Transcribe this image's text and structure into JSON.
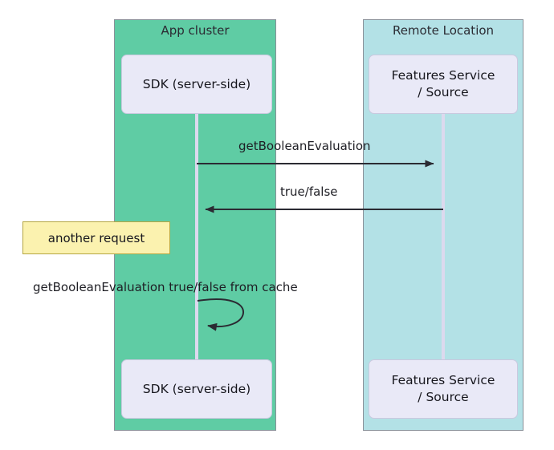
{
  "diagram": {
    "type": "uml-sequence-diagram",
    "title": "",
    "background_color": "#ffffff"
  },
  "groups": [
    {
      "name": "app-cluster",
      "label": "App cluster",
      "color": "#5FCCA4",
      "border_color": "#8a9199"
    },
    {
      "name": "remote-location",
      "label": "Remote Location",
      "color": "#B3E1E6",
      "border_color": "#8a9199"
    }
  ],
  "participants": [
    {
      "name": "sdk-server-side",
      "label": "SDK (server-side)",
      "group": "app-cluster",
      "box_color": "#E9E9F7",
      "lifeline_color": "#DCD9EE"
    },
    {
      "name": "features-service-source",
      "label_line1": "Features Service",
      "label_line2": "/ Source",
      "group": "remote-location",
      "box_color": "#E9E9F7",
      "lifeline_color": "#DCD9EE"
    }
  ],
  "messages": [
    {
      "name": "get-boolean-evaluation-request",
      "label": "getBooleanEvaluation",
      "from": "sdk-server-side",
      "to": "features-service-source",
      "direction": "right",
      "kind": "solid-arrow",
      "color": "#2b2b33"
    },
    {
      "name": "true-false-response",
      "label": "true/false",
      "from": "features-service-source",
      "to": "sdk-server-side",
      "direction": "left",
      "kind": "solid-arrow",
      "color": "#2b2b33"
    },
    {
      "name": "get-boolean-evaluation-from-cache",
      "label": "getBooleanEvaluation true/false from cache",
      "from": "sdk-server-side",
      "to": "sdk-server-side",
      "direction": "self-loop",
      "kind": "solid-arrow",
      "color": "#2b2b33"
    }
  ],
  "notes": [
    {
      "name": "another-request-note",
      "label": "another request",
      "background_color": "#FBF2AF",
      "border_color": "#B5A642"
    }
  ]
}
